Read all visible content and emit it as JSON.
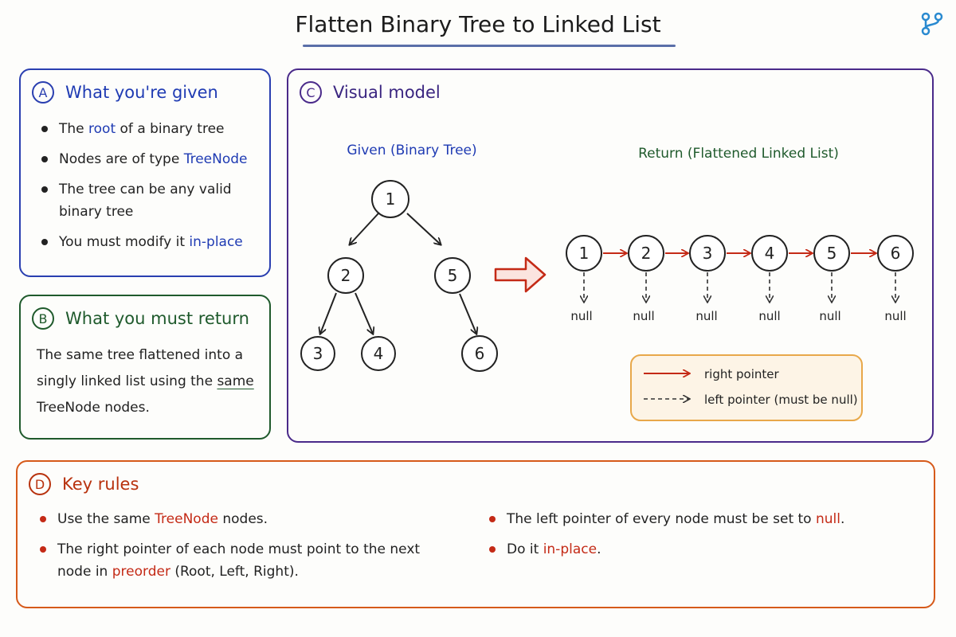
{
  "title": "Flatten Binary Tree to Linked List",
  "panel_a": {
    "badge": "A",
    "heading": "What you're given",
    "b1_pre": "The ",
    "b1_hl": "root",
    "b1_post": " of a binary tree",
    "b2_pre": "Nodes are of type ",
    "b2_hl": "TreeNode",
    "b3": "The tree can be any valid binary tree",
    "b4_pre": "You must modify it ",
    "b4_hl": "in-place"
  },
  "panel_b": {
    "badge": "B",
    "heading": "What you must return",
    "text_pre": "The same tree flattened into a singly linked list using the ",
    "text_hl": "same",
    "text_post": " TreeNode nodes."
  },
  "panel_c": {
    "badge": "C",
    "heading": "Visual model",
    "given_label": "Given (Binary Tree)",
    "return_label": "Return (Flattened Linked List)",
    "tree_nodes": [
      "1",
      "2",
      "5",
      "3",
      "4",
      "6"
    ],
    "list_nodes": [
      "1",
      "2",
      "3",
      "4",
      "5",
      "6"
    ],
    "null_label": "null",
    "legend_right": "right pointer",
    "legend_left": "left pointer (must be null)"
  },
  "panel_d": {
    "badge": "D",
    "heading": "Key rules",
    "r1_pre": "Use the same ",
    "r1_hl": "TreeNode",
    "r1_post": " nodes.",
    "r2_pre": "The right pointer of each node must point to the next node in ",
    "r2_hl": "preorder",
    "r2_post": " (Root, Left, Right).",
    "r3_pre": "The left pointer of every node must be set to ",
    "r3_hl": "null",
    "r3_post": ".",
    "r4_pre": "Do it ",
    "r4_hl": "in-place",
    "r4_post": "."
  },
  "colors": {
    "blue": "#1f3bb3",
    "green": "#1f5a2c",
    "purple": "#3a2580",
    "red": "#c42a16",
    "orange": "#d65a1a",
    "legend_border": "#e8a84a"
  },
  "icons": {
    "logo": "branch-icon"
  }
}
